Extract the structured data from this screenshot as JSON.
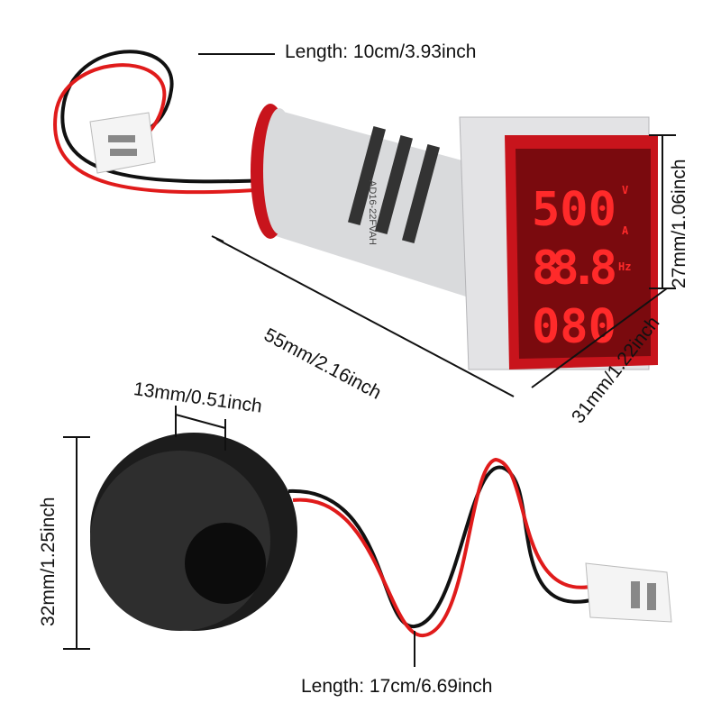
{
  "dimensions": {
    "top_cable_length": "Length: 10cm/3.93inch",
    "body_length": "55mm/2.16inch",
    "face_height": "27mm/1.06inch",
    "face_width": "31mm/1.22inch",
    "ring_thickness": "13mm/0.51inch",
    "ring_diameter": "32mm/1.25inch",
    "bottom_cable_length": "Length: 17cm/6.69inch"
  },
  "display": {
    "rows": [
      {
        "value": "500",
        "unit": "V"
      },
      {
        "value": "88.8",
        "unit": "A"
      },
      {
        "value": "080",
        "unit": "Hz"
      }
    ],
    "color": "#ff2a2a"
  },
  "body_marking": "AD16-22FVAH",
  "colors": {
    "red_wire": "#e01b1b",
    "black_wire": "#111111",
    "housing": "#d9dadc",
    "ring": "#1c1c1c",
    "bezel": "#c8141c"
  }
}
